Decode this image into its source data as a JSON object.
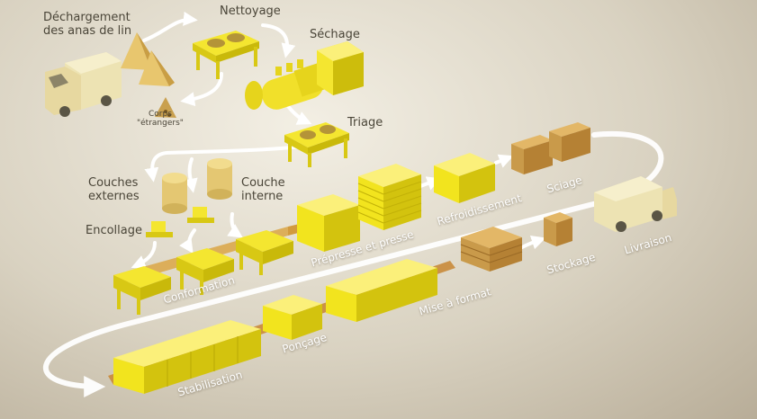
{
  "colors": {
    "accent": "#f2e41e",
    "accent_dark": "#c9b90a",
    "wood": "#d9a95a",
    "wood_dark": "#b07a30",
    "flow": "#ffffff"
  },
  "labels": {
    "unloading": "Déchargement\ndes anas de lin",
    "cleaning": "Nettoyage",
    "drying": "Séchage",
    "foreign_bodies": "Corps\n\"étrangers\"",
    "sorting": "Triage",
    "outer_layers": "Couches\nexternes",
    "inner_layer": "Couche\ninterne",
    "gluing": "Encollage",
    "forming": "Conformation",
    "prepress_press": "Prépresse et presse",
    "cooling": "Refroidissement",
    "sawing": "Sciage",
    "storage": "Stockage",
    "delivery": "Livraison",
    "sizing": "Mise à format",
    "sanding": "Ponçage",
    "stabilization": "Stabilisation"
  },
  "icons": {
    "truck_in": "delivery-truck-icon",
    "truck_out": "delivery-truck-icon",
    "piles": "raw-material-pile-icon",
    "foreign_pile": "foreign-bodies-pile-icon",
    "cleaning_machine": "sieve-machine-icon",
    "dryer": "drum-dryer-icon",
    "sorting_machine": "sieve-machine-icon",
    "silos": "glue-silo-icon",
    "gluing_units": "glue-dispenser-icon",
    "forming_stations": "forming-station-icon",
    "press": "press-block-icon",
    "stack": "panel-stack-icon",
    "cooling_block": "cooling-block-icon",
    "boards": "sawn-board-stack-icon",
    "storage_pallets": "pallet-stack-icon",
    "sizing_block": "sizing-block-icon",
    "sanding_block": "sanding-block-icon",
    "stabilization_blocks": "stabilization-block-icon"
  }
}
